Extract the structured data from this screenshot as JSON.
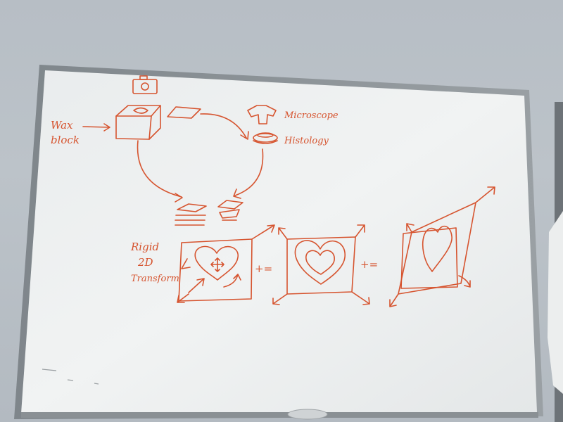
{
  "whiteboard": {
    "labels": {
      "wax_block_line1": "Wax",
      "wax_block_line2": "block",
      "microscope": "Microscope",
      "histology": "Histology",
      "rigid_line1": "Rigid",
      "rigid_line2": "2D",
      "rigid_line3": "Transform",
      "plus_equals_1": "+=",
      "plus_equals_2": "+="
    },
    "icons": [
      "camera-icon",
      "wax-block-cube-icon",
      "slice-icon",
      "microscope-icon",
      "histology-slides-icon",
      "slice-stack-icon",
      "heart-shape-icon"
    ],
    "colors": {
      "ink": "#d6542f",
      "board": "#eef1f2",
      "frame": "#8d9398",
      "wall": "#b9c0c6"
    }
  }
}
